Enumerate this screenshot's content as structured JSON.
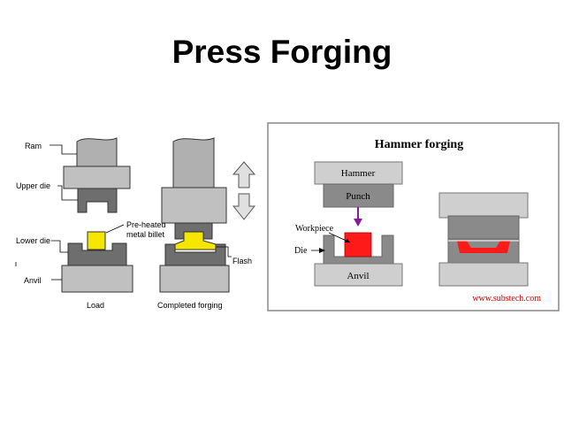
{
  "slide": {
    "title": "Press Forging"
  },
  "press_diagram": {
    "labels": {
      "ram": "Ram",
      "upper_die": "Upper die",
      "lower_die": "Lower die",
      "anvil": "Anvil",
      "billet_line1": "Pre-heated",
      "billet_line2": "metal billet",
      "flash": "Flash"
    },
    "captions": {
      "load": "Load",
      "completed": "Completed forging"
    }
  },
  "hammer_diagram": {
    "title": "Hammer forging",
    "labels": {
      "hammer": "Hammer",
      "punch": "Punch",
      "workpiece": "Workpiece",
      "die": "Die",
      "anvil": "Anvil"
    },
    "credit": "www.substech.com"
  },
  "colors": {
    "gray_light": "#c8c8c8",
    "gray_dark": "#7a7a7a",
    "yellow": "#f5e600",
    "red": "#ff1a1a",
    "purple": "#8a1a9a",
    "credit": "#cc0000"
  }
}
